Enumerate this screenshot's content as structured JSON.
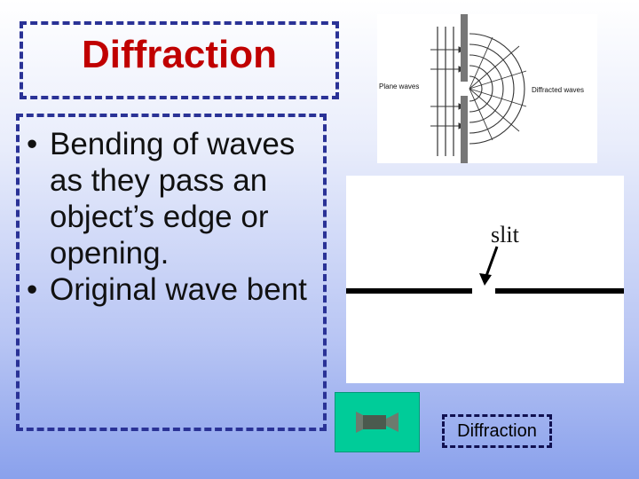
{
  "slide": {
    "title": "Diffraction",
    "bullets": [
      {
        "marker": "•",
        "text": "Bending of waves as they pass an object’s edge or opening."
      },
      {
        "marker": "•",
        "text": "Original wave bent"
      }
    ]
  },
  "figure_top": {
    "left_label": "Plane waves",
    "right_label": "Diffracted waves"
  },
  "figure_slit": {
    "label": "slit"
  },
  "action_button": {
    "icon": "video-camera-icon"
  },
  "link": {
    "label": "Diffraction"
  },
  "colors": {
    "title": "#c00000",
    "border": "#2a3296",
    "button": "#00cc99"
  }
}
